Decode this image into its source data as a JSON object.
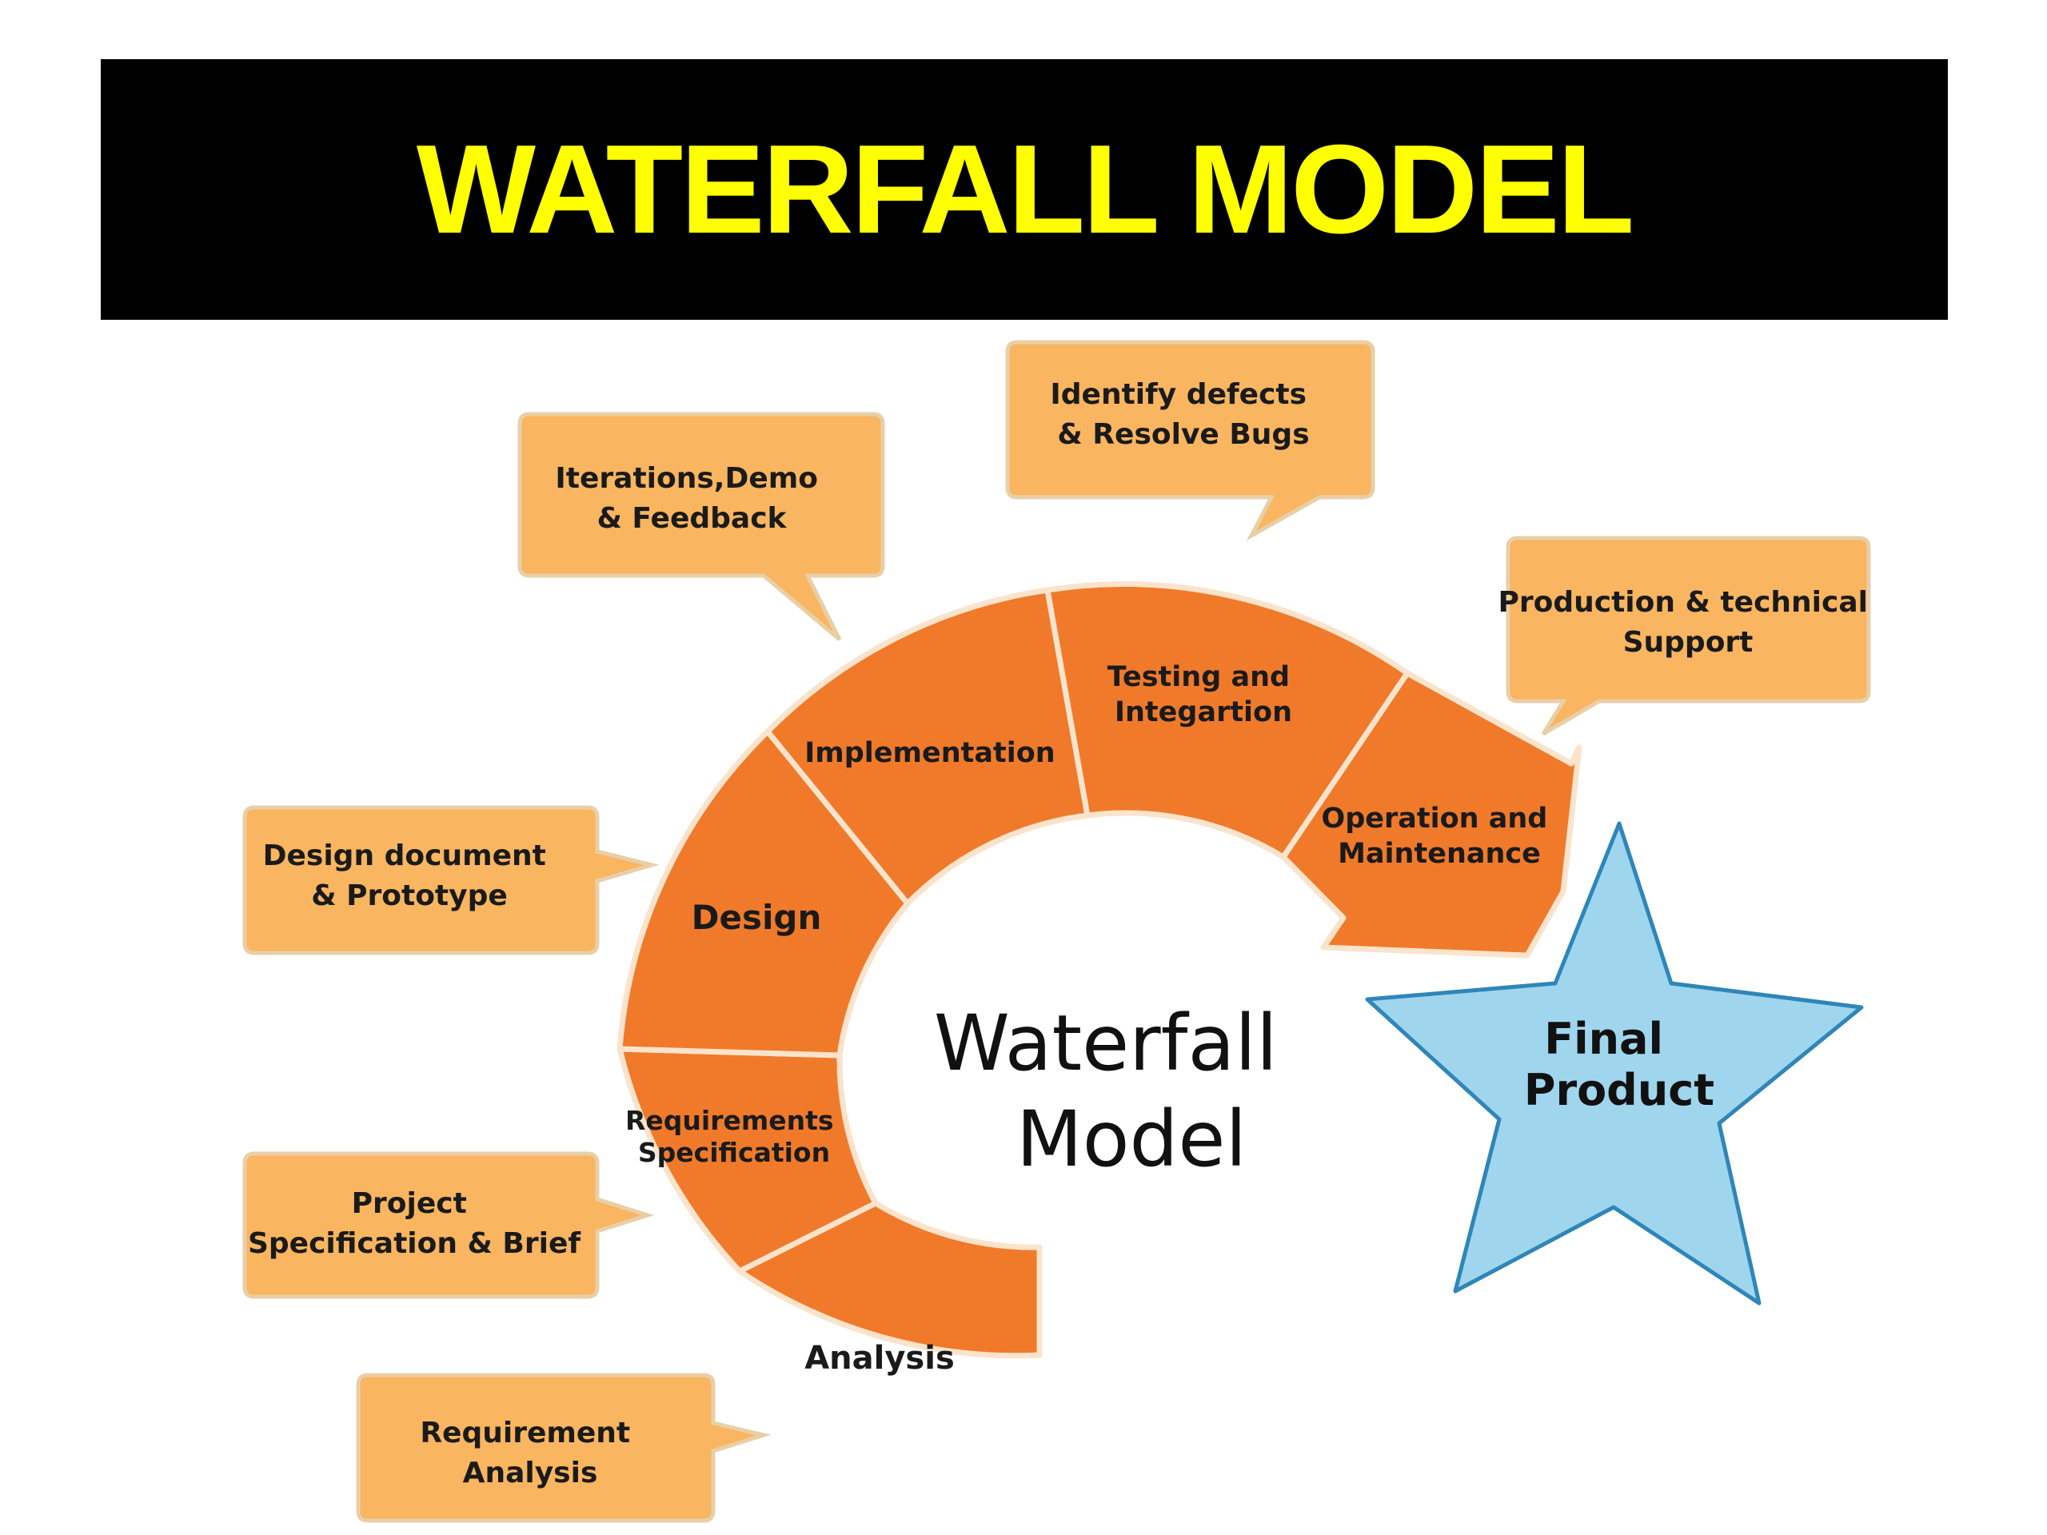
{
  "title": "WATERFALL MODEL",
  "center_title": [
    "Waterfall",
    "Model"
  ],
  "colors": {
    "title_bg": "#000000",
    "title_fg": "#ffff00",
    "segment_fill": "#f07a2a",
    "segment_border": "#fbe3cc",
    "callout_fill": "#f9b560",
    "callout_border": "#e9cfa8",
    "star_fill": "#9fd6ee",
    "star_stroke": "#2f86b8"
  },
  "phases": [
    {
      "label": [
        "Analysis"
      ]
    },
    {
      "label": [
        "Requirements",
        "Specification"
      ]
    },
    {
      "label": [
        "Design"
      ]
    },
    {
      "label": [
        "Implementation"
      ]
    },
    {
      "label": [
        "Testing and",
        "Integartion"
      ]
    },
    {
      "label": [
        "Operation and",
        "Maintenance"
      ]
    }
  ],
  "callouts": [
    {
      "lines": [
        "Requirement",
        "Analysis"
      ]
    },
    {
      "lines": [
        "Project",
        "Specification & Brief"
      ]
    },
    {
      "lines": [
        "Design document",
        "& Prototype"
      ]
    },
    {
      "lines": [
        "Iterations,Demo",
        "& Feedback"
      ]
    },
    {
      "lines": [
        "Identify defects",
        "& Resolve Bugs"
      ]
    },
    {
      "lines": [
        "Production & technical",
        "Support"
      ]
    }
  ],
  "final_product": [
    "Final",
    "Product"
  ]
}
